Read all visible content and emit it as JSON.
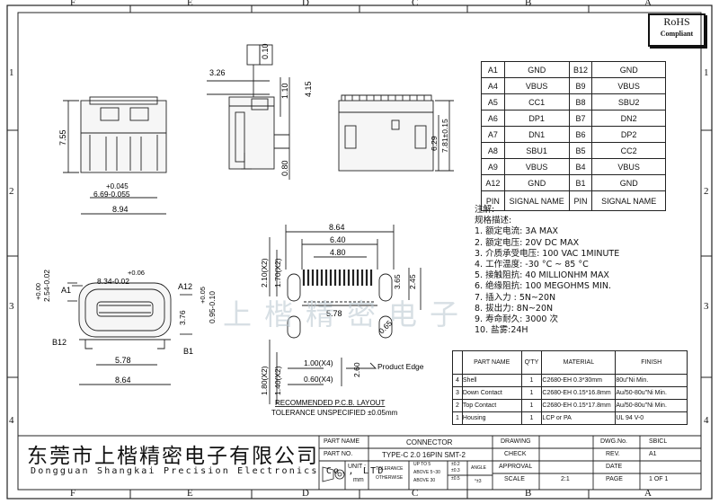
{
  "frame": {
    "col_labels": [
      "F",
      "E",
      "D",
      "C",
      "B",
      "A"
    ],
    "row_labels": [
      "1",
      "2",
      "3",
      "4"
    ]
  },
  "rohs": {
    "line1": "RoHS",
    "line2": "Compliant"
  },
  "watermark": "上楷精密电子",
  "views": {
    "side_dims": {
      "d_010": "0.10",
      "d_326": "3.26",
      "d_110": "1.10",
      "d_415": "4.15",
      "d_080": "0.80"
    },
    "front_top": {
      "h": "7.55",
      "tol": "+0.045",
      "w_inner": "6.69-0.055",
      "w": "8.94"
    },
    "end_view": {
      "d_629": "6.29",
      "d_781": "7.81±0.15"
    },
    "front_face": {
      "tol1": "+0.00",
      "h_254": "2.54-0.02",
      "tol2": "+0.06",
      "w_834": "8.34-0.02",
      "a1": "A1",
      "a12": "A12",
      "b12": "B12",
      "b1": "B1",
      "tol3": "+0.05",
      "d_376": "3.76",
      "d_095": "0.95-0.10",
      "w_578": "5.78",
      "w_864": "8.64"
    },
    "pcb": {
      "d_864": "8.64",
      "d_640": "6.40",
      "d_480": "4.80",
      "d_210": "2.10(X2)",
      "d_170": "1.70(X2)",
      "d_365": "3.65",
      "d_245": "2.45",
      "d_578": "5.78",
      "d_065": "0.65",
      "d_100": "1.00(X4)",
      "d_060": "0.60(X4)",
      "d_260": "2.60",
      "d_180": "1.80(X2)",
      "d_140": "1.40(X2)",
      "product_edge": "Product Edge",
      "title": "RECOMMENDED  P.C.B. LAYOUT",
      "tolerance": "TOLERANCE  UNSPECIFIED  ±0.05mm"
    }
  },
  "pin_table": {
    "rows": [
      [
        "A1",
        "GND",
        "B12",
        "GND"
      ],
      [
        "A4",
        "VBUS",
        "B9",
        "VBUS"
      ],
      [
        "A5",
        "CC1",
        "B8",
        "SBU2"
      ],
      [
        "A6",
        "DP1",
        "B7",
        "DN2"
      ],
      [
        "A7",
        "DN1",
        "B6",
        "DP2"
      ],
      [
        "A8",
        "SBU1",
        "B5",
        "CC2"
      ],
      [
        "A9",
        "VBUS",
        "B4",
        "VBUS"
      ],
      [
        "A12",
        "GND",
        "B1",
        "GND"
      ],
      [
        "PIN",
        "SIGNAL NAME",
        "PIN",
        "SIGNAL NAME"
      ]
    ]
  },
  "notes": {
    "title": "注解:",
    "subtitle": "规格描述:",
    "items": [
      "1.  额定电流:  3A  MAX",
      "2.  额定电压:  20V  DC  MAX",
      "3.  介质承受电压:  100  VAC  1MINUTE",
      "4.  工作温度:  -30 °C  ~  85 °C",
      "5.  接触阻抗:  40  MILLIONHM  MAX",
      "6.  绝缘阻抗:  100  MEGOHMS  MIN.",
      "7.  插入力 :  5N~20N",
      "8.  拔出力:  8N~20N",
      "9.  寿命耐久:    3000  次",
      "10.  盐雾:24H"
    ]
  },
  "bom": {
    "header": [
      "",
      "PART NAME",
      "Q'TY",
      "MATERIAL",
      "FINISH"
    ],
    "rows": [
      [
        "4",
        "Shell",
        "1",
        "C2680-EH  0.3*30mm",
        "80u\"Ni Min."
      ],
      [
        "3",
        "Down Contact",
        "1",
        "C2680-EH  0.15*16.8mm",
        "Au/50-80u\"Ni Min."
      ],
      [
        "2",
        "Top Contact",
        "1",
        "C2680-EH  0.15*17.8mm",
        "Au/50-80u\"Ni Min."
      ],
      [
        "1",
        "Housing",
        "1",
        "LCP or PA",
        "UL 94 V-0"
      ]
    ]
  },
  "title_block": {
    "company_cn": "东莞市上楷精密电子有限公司",
    "company_en": "Dongguan Shangkai Precision Electronics Co., LTD",
    "part_name_label": "PART NAME",
    "part_name": "CONNECTOR",
    "part_no_label": "PART NO.",
    "part_no": "TYPE-C 2.0 16PIN SMT-2",
    "unit_label": "UNIT :",
    "unit": "mm",
    "tolerance": "TOLERANCE",
    "otherwise": "OTHERWISE",
    "up_to_5": "UP TO 5",
    "above_5_30": "ABOVE 5~30",
    "above_30": "ABOVE 30",
    "tol_a": "±0.2",
    "tol_b": "±0.3",
    "tol_c": "±0.5",
    "angle": "ANGLE",
    "angle_val": "°±3",
    "drawing": "DRAWING",
    "check": "CHECK",
    "approval": "APPROVAL",
    "scale_label": "SCALE",
    "scale": "2:1",
    "dwg_no_label": "DWG.No.",
    "dwg_no": "SBICL",
    "rev_label": "REV.",
    "rev": "A1",
    "date_label": "DATE",
    "page_label": "PAGE",
    "page": "1 OF 1"
  }
}
